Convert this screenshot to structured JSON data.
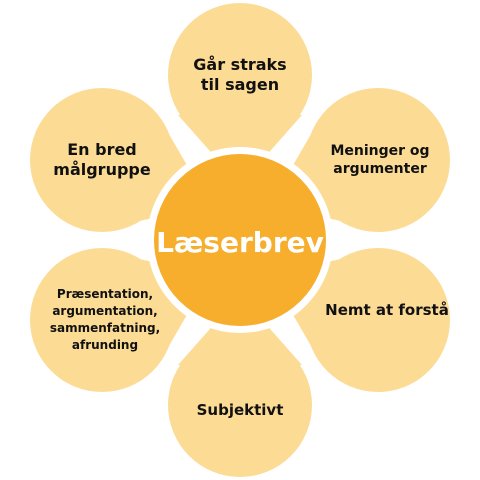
{
  "diagram": {
    "center": {
      "label": "Læserbrev"
    },
    "petals": [
      {
        "id": "top",
        "label": "Går straks\ntil sagen"
      },
      {
        "id": "upper-right",
        "label": "Meninger og\nargumenter"
      },
      {
        "id": "lower-right",
        "label": "Nemt at forstå"
      },
      {
        "id": "bottom",
        "label": "Subjektivt"
      },
      {
        "id": "lower-left",
        "label": "Præsentation,\nargumentation,\nsammenfatning,\nafrunding"
      },
      {
        "id": "upper-left",
        "label": "En bred\nmålgruppe"
      }
    ]
  },
  "colors": {
    "petal_fill": "#FCDB95",
    "center_fill": "#F6AE2C",
    "center_ring": "#FFFFFF",
    "petal_text": "#111111",
    "center_text": "#FFFFFF"
  }
}
